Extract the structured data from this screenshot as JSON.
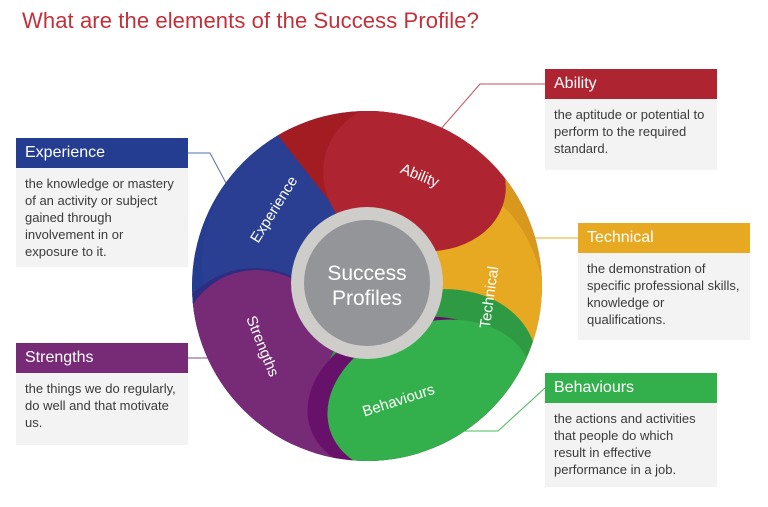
{
  "title": "What are the elements of the Success Profile?",
  "center": {
    "line1": "Success",
    "line2": "Profiles"
  },
  "colors": {
    "title": "#c4303a",
    "ability": "#ae2531",
    "technical": "#e8a922",
    "behaviours": "#33b04b",
    "strengths": "#772a76",
    "experience": "#253d90",
    "center_ring": "#cfcdca",
    "center_fill": "#939598",
    "card_body": "#f3f3f3"
  },
  "wheel_labels": {
    "ability": "Ability",
    "technical": "Technical",
    "behaviours": "Behaviours",
    "strengths": "Strengths",
    "experience": "Experience"
  },
  "cards": {
    "experience": {
      "title": "Experience",
      "text": "the knowledge or mastery of an activity or subject gained through involvement in or exposure to it."
    },
    "ability": {
      "title": "Ability",
      "text": "the aptitude or potential to perform to the required standard."
    },
    "technical": {
      "title": "Technical",
      "text": "the demonstration of specific professional skills, knowledge or qualifications."
    },
    "strengths": {
      "title": "Strengths",
      "text": "the things we do regularly, do well and that motivate us."
    },
    "behaviours": {
      "title": "Behaviours",
      "text": "the actions and activities that people do which result in effective performance in a job."
    }
  }
}
